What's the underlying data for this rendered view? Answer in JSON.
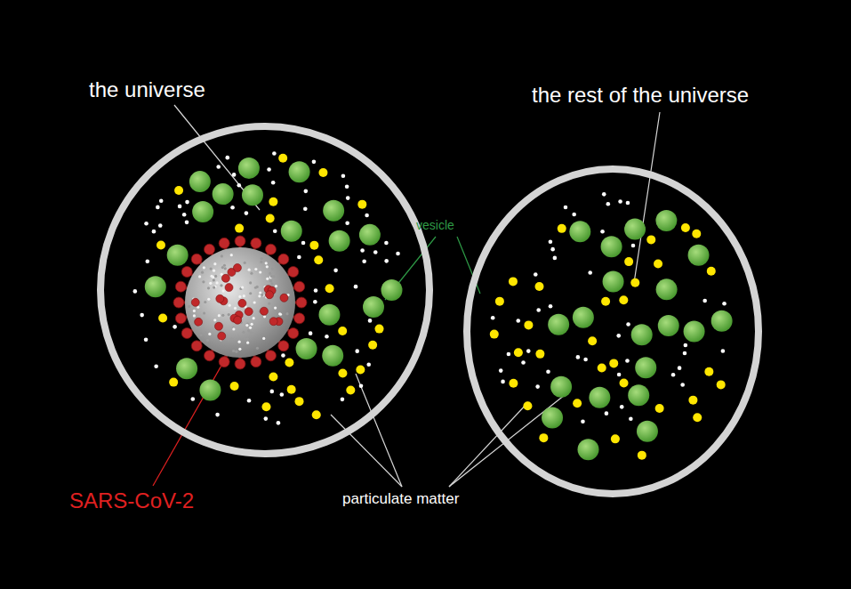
{
  "diagram": {
    "nodes": [
      {
        "text": [
          "the universe"
        ]
      },
      {
        "text": [
          "the rest of the universe"
        ]
      }
    ],
    "labels": [
      "vesicle",
      "SARS-CoV-2",
      "particulate matter"
    ]
  }
}
